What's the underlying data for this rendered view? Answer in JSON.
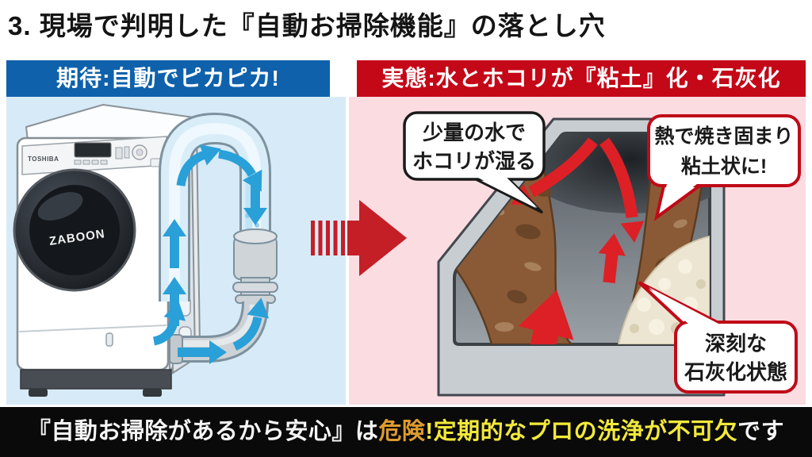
{
  "title": "3. 現場で判明した『自動お掃除機能』の落とし穴",
  "left_panel": {
    "header": "期待:自動でピカピカ!",
    "machine_brand": "TOSHIBA",
    "machine_model": "ZABOON"
  },
  "right_panel": {
    "header": "実態:水とホコリが『粘土』化・石灰化",
    "callout_wet_line1": "少量の水で",
    "callout_wet_line2": "ホコリが湿る",
    "callout_heat_line1": "熱で焼き固まり",
    "callout_heat_line2": "粘土状に!",
    "callout_calc_line1": "深刻な",
    "callout_calc_line2": "石灰化状態"
  },
  "footer": {
    "prefix": "『自動お掃除があるから安心』は",
    "danger": "危険",
    "emphasis": "!定期的なプロの洗浄が不可欠",
    "suffix": "です"
  },
  "colors": {
    "accent_blue": "#0f61ab",
    "accent_red": "#c40818",
    "panel_blue": "#d7eaf7",
    "panel_pink": "#fadce1",
    "footer_bg": "#0a0a0a",
    "danger_orange": "#dd9c2f",
    "warn_yellow": "#f2e93a",
    "title_color": "#141414"
  }
}
